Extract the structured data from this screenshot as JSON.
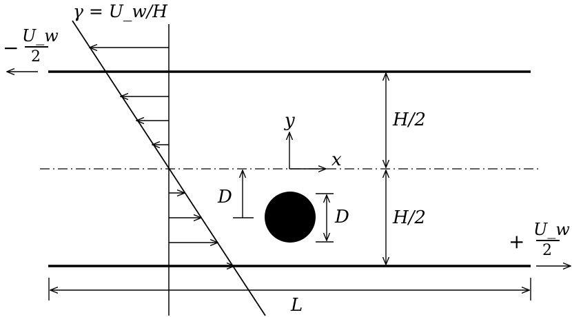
{
  "labels": {
    "gamma": "γ = U_w/H",
    "y_axis": "y",
    "x_axis": "x",
    "half_height_top": "H/2",
    "half_height_bottom": "H/2",
    "offset_d": "D",
    "diameter_d": "D",
    "length_l": "L"
  },
  "wall_top": {
    "sign": "−",
    "numerator": "U_w",
    "denominator": "2"
  },
  "wall_bottom": {
    "sign": "+",
    "numerator": "U_w",
    "denominator": "2"
  }
}
